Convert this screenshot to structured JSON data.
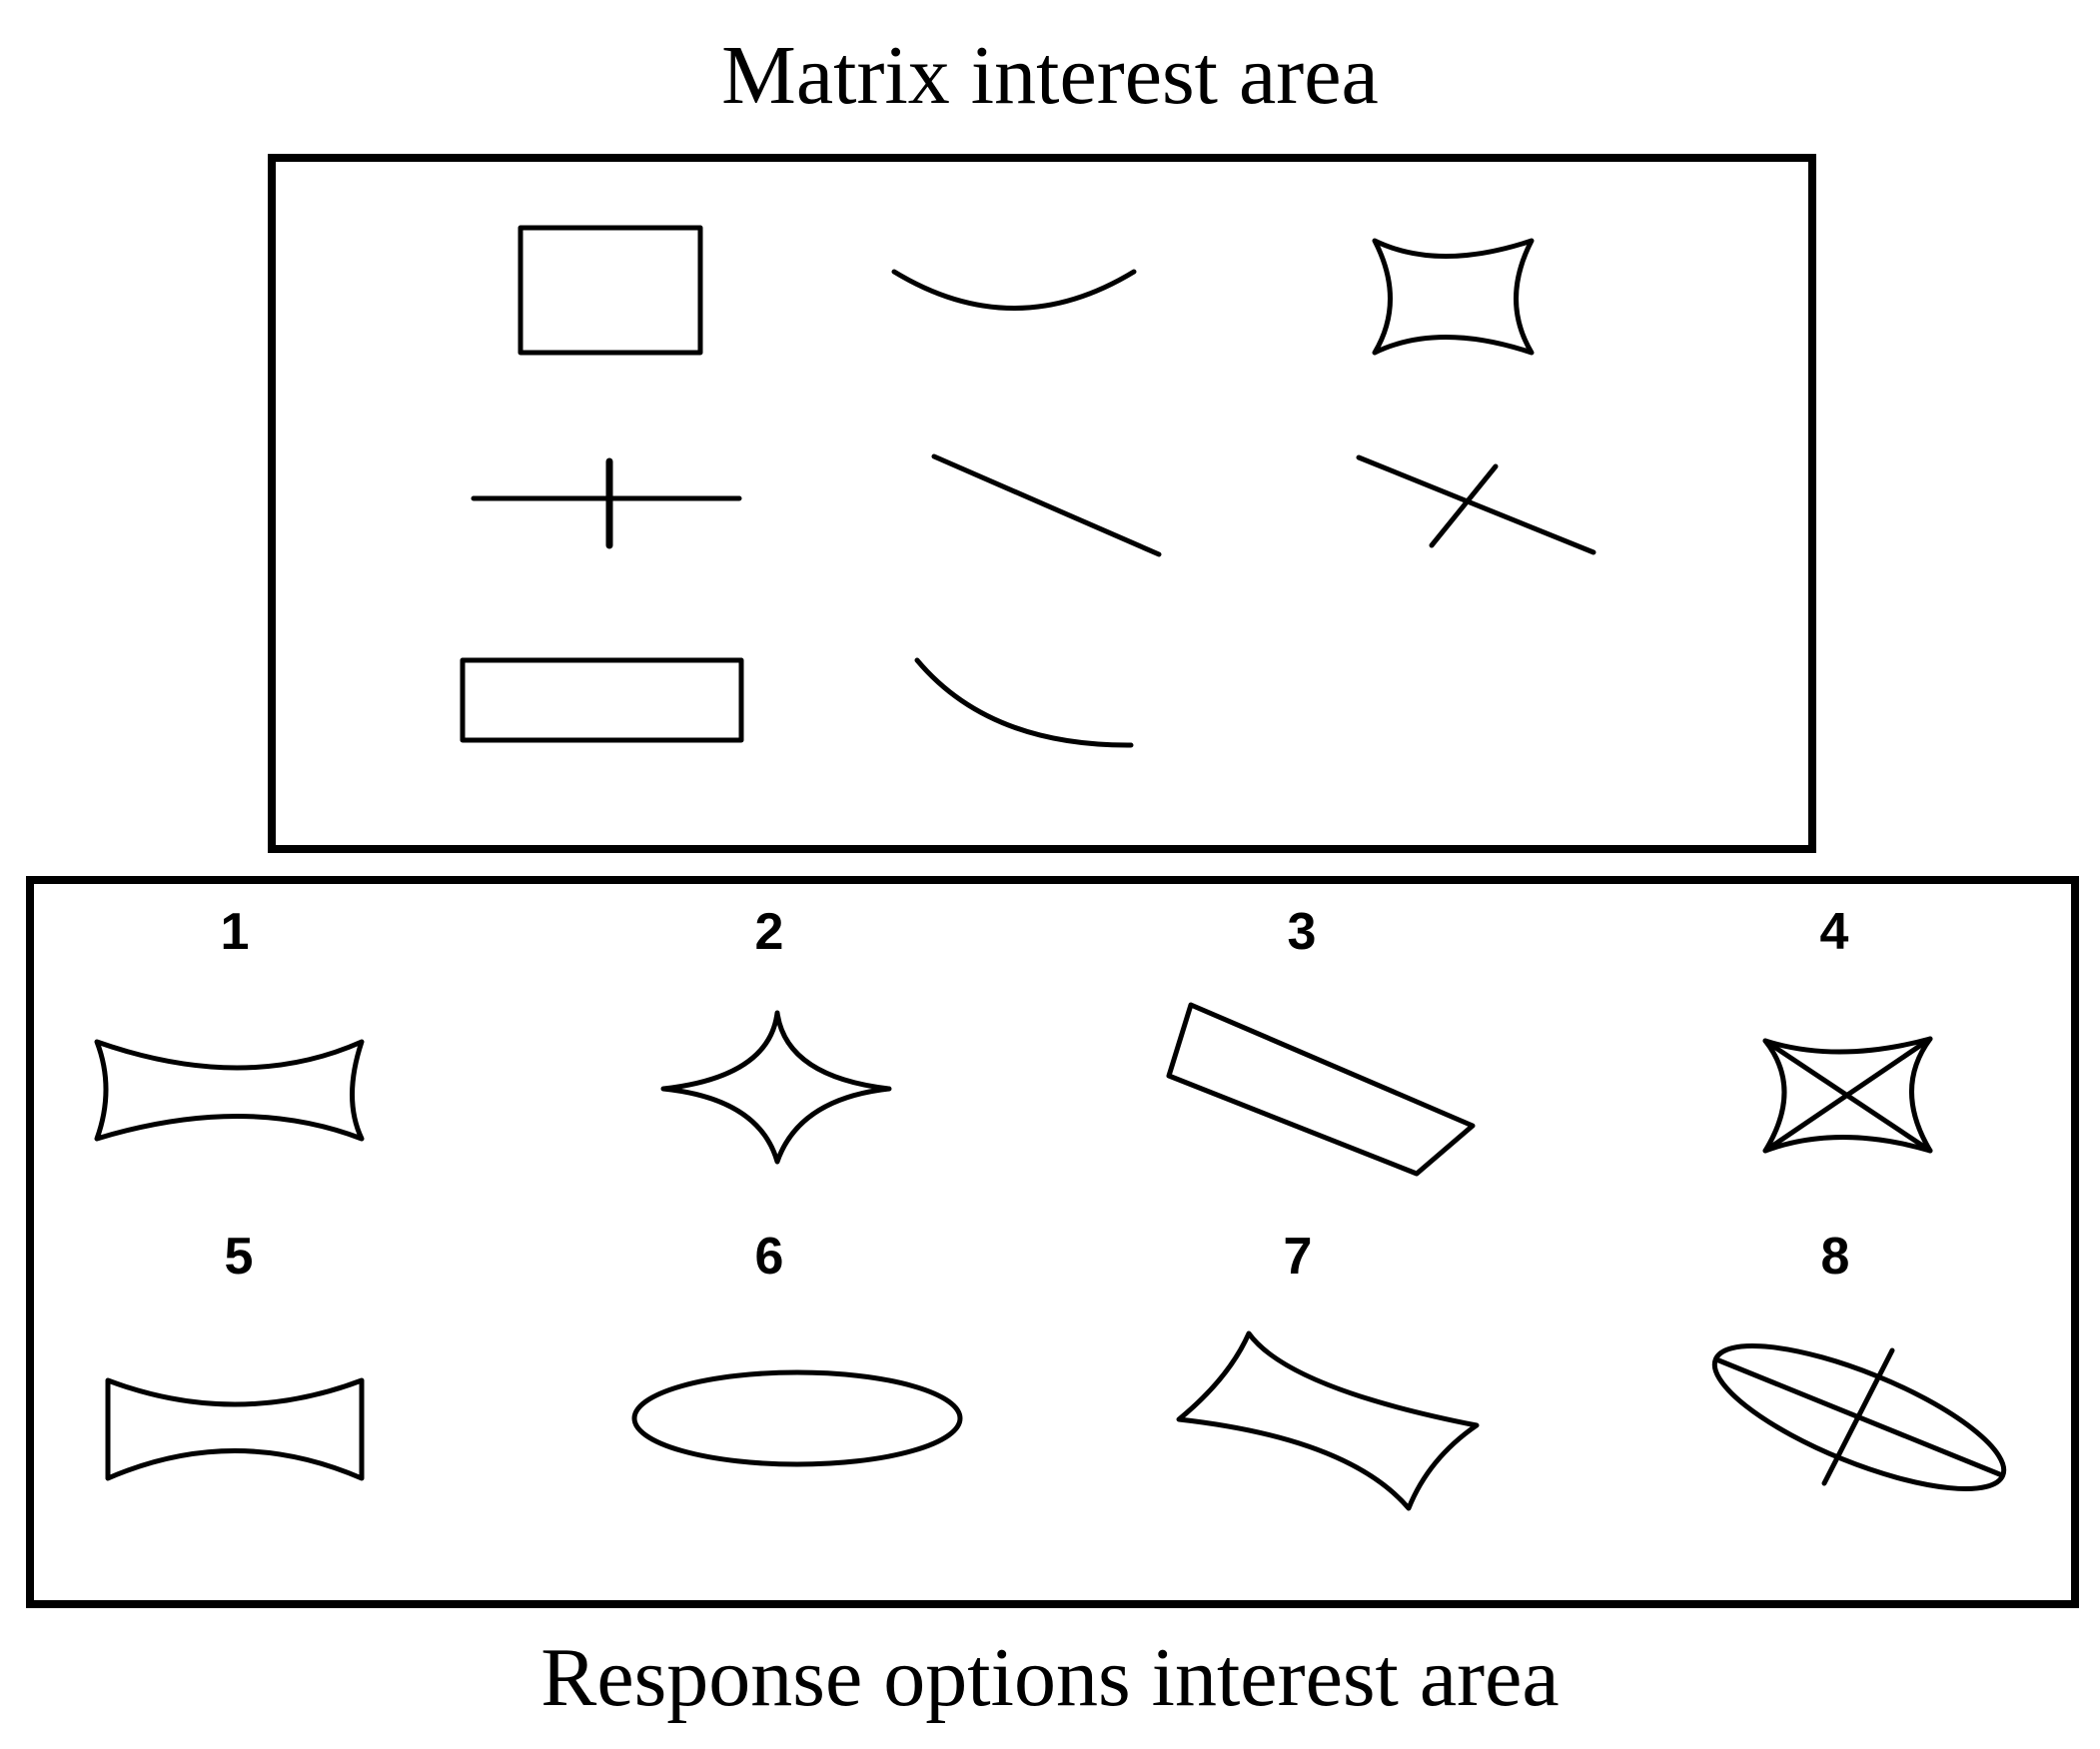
{
  "matrix": {
    "caption": "Matrix interest area",
    "cells": [
      {
        "name": "matrix-cell-1",
        "shape": "rectangle"
      },
      {
        "name": "matrix-cell-2",
        "shape": "concave-arc"
      },
      {
        "name": "matrix-cell-3",
        "shape": "concave-square"
      },
      {
        "name": "matrix-cell-4",
        "shape": "horizontal-line-with-vertical-tick"
      },
      {
        "name": "matrix-cell-5",
        "shape": "diagonal-line"
      },
      {
        "name": "matrix-cell-6",
        "shape": "diagonal-line-with-cross-tick"
      },
      {
        "name": "matrix-cell-7",
        "shape": "wide-rectangle"
      },
      {
        "name": "matrix-cell-8",
        "shape": "quarter-arc"
      },
      {
        "name": "matrix-cell-9",
        "shape": "empty"
      }
    ]
  },
  "response": {
    "caption": "Response options interest area",
    "options": [
      {
        "number": "1",
        "shape": "concave-wide-rectangle"
      },
      {
        "number": "2",
        "shape": "four-point-star"
      },
      {
        "number": "3",
        "shape": "tilted-rectangle"
      },
      {
        "number": "4",
        "shape": "concave-square-with-diagonals"
      },
      {
        "number": "5",
        "shape": "concave-sided-rectangle"
      },
      {
        "number": "6",
        "shape": "ellipse"
      },
      {
        "number": "7",
        "shape": "tilted-concave-rectangle"
      },
      {
        "number": "8",
        "shape": "tilted-ellipse-with-cross"
      }
    ]
  }
}
